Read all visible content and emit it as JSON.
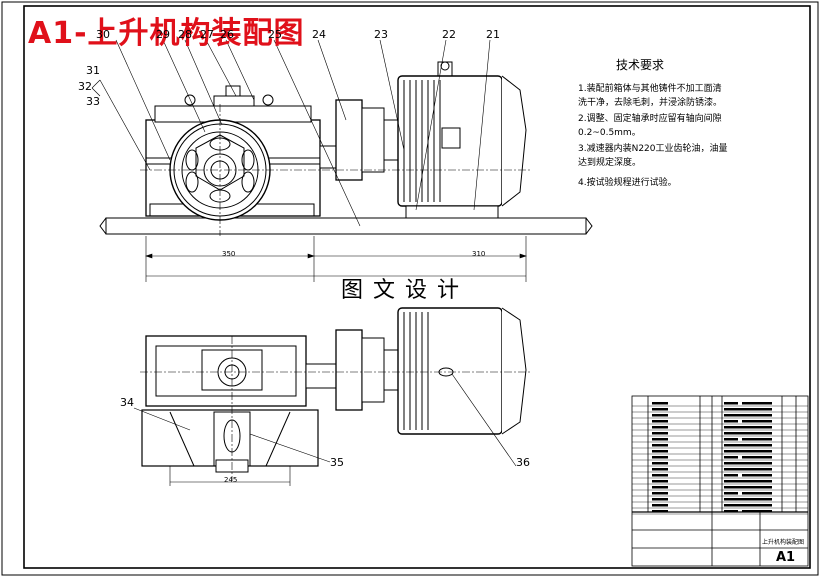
{
  "title": "A1-上升机构装配图",
  "watermark": "图文设计",
  "technical_requirements": {
    "heading": "技术要求",
    "items": [
      "1.装配前箱体与其他铸件不加工面清",
      "洗干净，去除毛刺，并浸涂防锈漆。",
      "2.调整、固定轴承时应留有轴向间隙",
      "0.2~0.5mm。",
      "3.减速器内装N220工业齿轮油，油量",
      "达到规定深度。",
      "4.按试验规程进行试验。"
    ]
  },
  "part_numbers": {
    "p21": "21",
    "p22": "22",
    "p23": "23",
    "p24": "24",
    "p25": "25",
    "p26": "26",
    "p27": "27",
    "p28": "28",
    "p29": "29",
    "p30": "30",
    "p31": "31",
    "p32": "32",
    "p33": "33",
    "p34": "34",
    "p35": "35",
    "p36": "36"
  },
  "dimensions": {
    "front_left": "350",
    "front_right": "310",
    "plan_width": "245"
  },
  "title_block": {
    "drawing_name": "上升机构装配图",
    "drawing_code": "A1"
  }
}
